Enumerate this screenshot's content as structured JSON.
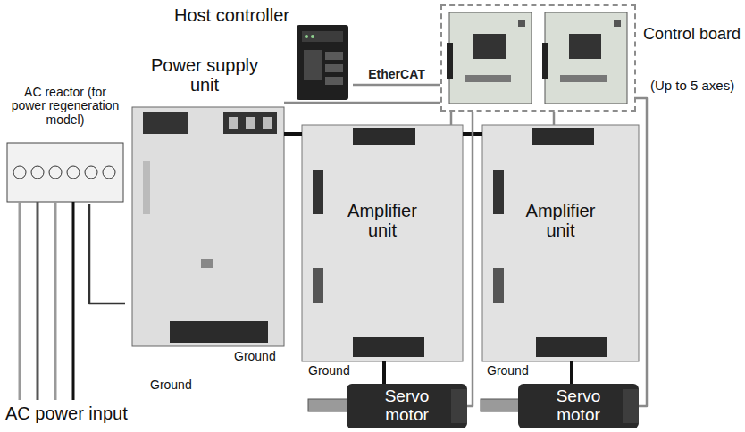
{
  "diagram": {
    "nodes": [
      {
        "text": [
          "Host controller"
        ]
      },
      {
        "text": [
          "Control board"
        ]
      },
      {
        "text": [
          "Power supply unit"
        ]
      },
      {
        "text": [
          "AC reactor (for power regeneration model)"
        ]
      },
      {
        "text": [
          "Amplifier unit"
        ]
      },
      {
        "text": [
          "Amplifier unit"
        ]
      },
      {
        "text": [
          "Servo motor"
        ]
      },
      {
        "text": [
          "Servo motor"
        ]
      }
    ],
    "edges": [
      {
        "from": 0,
        "to": 1,
        "label": "EtherCAT",
        "arrow": "none"
      },
      {
        "from": 3,
        "to": 2,
        "arrow": "none"
      },
      {
        "from": 2,
        "to": 4,
        "arrow": "none"
      },
      {
        "from": 4,
        "to": 5,
        "arrow": "none"
      },
      {
        "from": 1,
        "to": 2,
        "arrow": "none"
      },
      {
        "from": 1,
        "to": 4,
        "arrow": "none"
      },
      {
        "from": 1,
        "to": 5,
        "arrow": "none"
      },
      {
        "from": 4,
        "to": 6,
        "arrow": "none"
      },
      {
        "from": 5,
        "to": 7,
        "arrow": "none"
      },
      {
        "from": 1,
        "to": 6,
        "arrow": "none"
      },
      {
        "from": 1,
        "to": 7,
        "arrow": "none"
      }
    ],
    "labels": [
      "(Up to 5 axes)",
      "Ground",
      "Ground",
      "Ground",
      "Ground",
      "AC power input"
    ]
  }
}
